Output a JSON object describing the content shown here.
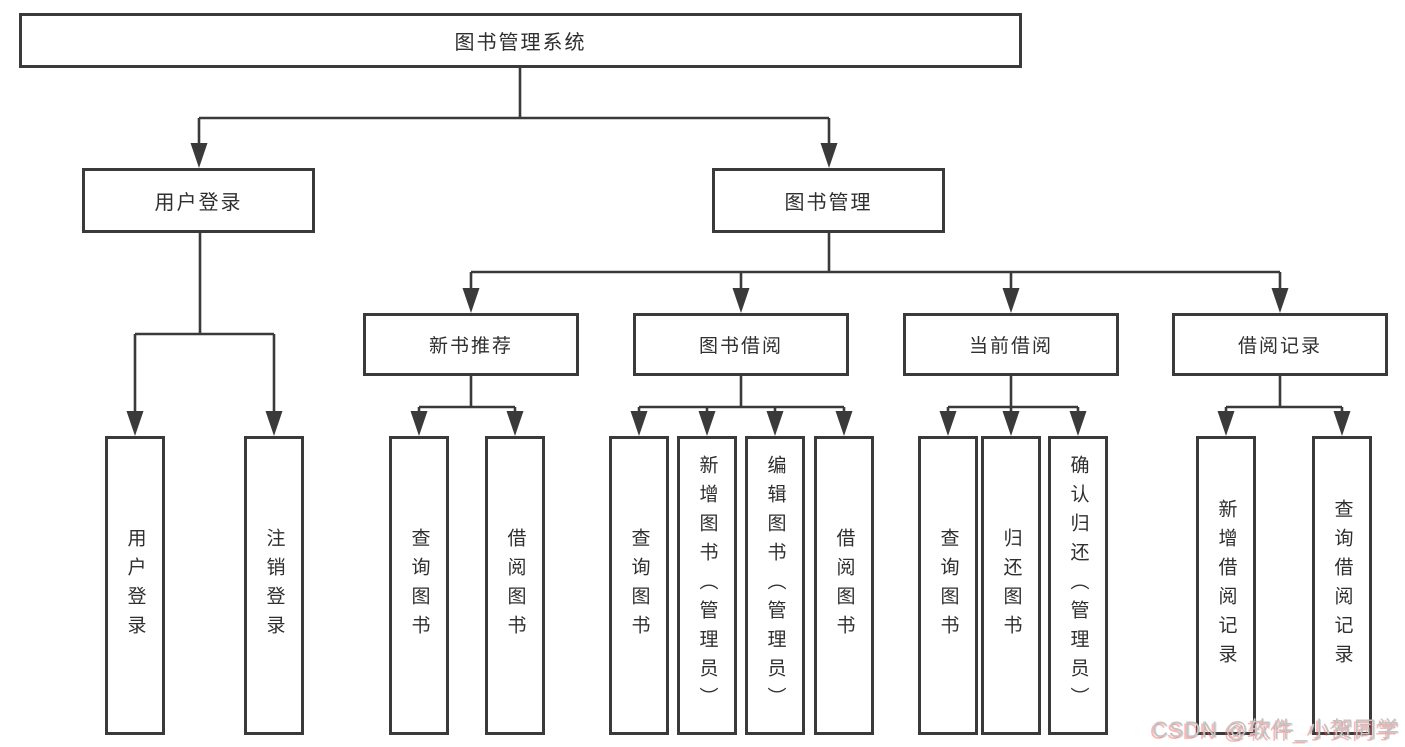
{
  "diagram": {
    "root": {
      "label": "图书管理系统"
    },
    "branches": [
      {
        "label": "用户登录",
        "children": [
          {
            "label": "用户登录"
          },
          {
            "label": "注销登录"
          }
        ]
      },
      {
        "label": "图书管理",
        "groups": [
          {
            "label": "新书推荐",
            "children": [
              {
                "label": "查询图书"
              },
              {
                "label": "借阅图书"
              }
            ]
          },
          {
            "label": "图书借阅",
            "children": [
              {
                "label": "查询图书"
              },
              {
                "label": "新增图书（管理员）"
              },
              {
                "label": "编辑图书（管理员）"
              },
              {
                "label": "借阅图书"
              }
            ]
          },
          {
            "label": "当前借阅",
            "children": [
              {
                "label": "查询图书"
              },
              {
                "label": "归还图书"
              },
              {
                "label": "确认归还（管理员）"
              }
            ]
          },
          {
            "label": "借阅记录",
            "children": [
              {
                "label": "新增借阅记录"
              },
              {
                "label": "查询借阅记录"
              }
            ]
          }
        ]
      }
    ]
  },
  "watermark": {
    "text": "CSDN @软件_小贺同学"
  },
  "colors": {
    "line": "#3a3a3a",
    "text": "#2f2f2f",
    "box_fill": "#ffffff",
    "background": "#ffffff",
    "watermark_gray": "#c4c3c3",
    "watermark_red": "#fc5a5a"
  }
}
